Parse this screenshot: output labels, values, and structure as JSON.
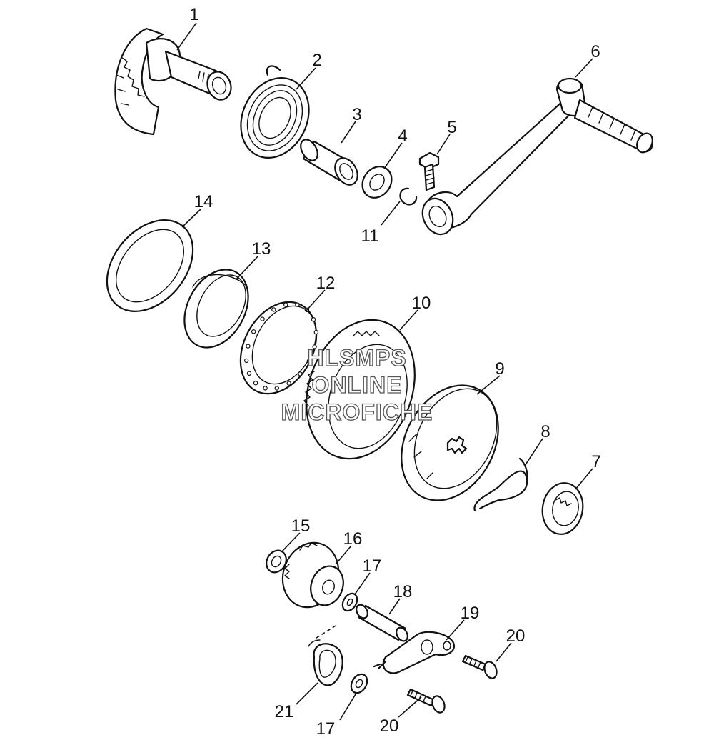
{
  "watermark": {
    "line1": "HLSMPS",
    "line2": "ONLINE",
    "line3": "MICROFICHE"
  },
  "callouts": [
    {
      "id": "p1",
      "label": "1"
    },
    {
      "id": "p2",
      "label": "2"
    },
    {
      "id": "p3",
      "label": "3"
    },
    {
      "id": "p4",
      "label": "4"
    },
    {
      "id": "p5",
      "label": "5"
    },
    {
      "id": "p6",
      "label": "6"
    },
    {
      "id": "p7",
      "label": "7"
    },
    {
      "id": "p8",
      "label": "8"
    },
    {
      "id": "p9",
      "label": "9"
    },
    {
      "id": "p10",
      "label": "10"
    },
    {
      "id": "p11",
      "label": "11"
    },
    {
      "id": "p12",
      "label": "12"
    },
    {
      "id": "p13",
      "label": "13"
    },
    {
      "id": "p14",
      "label": "14"
    },
    {
      "id": "p15",
      "label": "15"
    },
    {
      "id": "p16",
      "label": "16"
    },
    {
      "id": "p17a",
      "label": "17"
    },
    {
      "id": "p18",
      "label": "18"
    },
    {
      "id": "p19",
      "label": "19"
    },
    {
      "id": "p20a",
      "label": "20"
    },
    {
      "id": "p21",
      "label": "21"
    },
    {
      "id": "p17b",
      "label": "17"
    },
    {
      "id": "p20b",
      "label": "20"
    }
  ]
}
